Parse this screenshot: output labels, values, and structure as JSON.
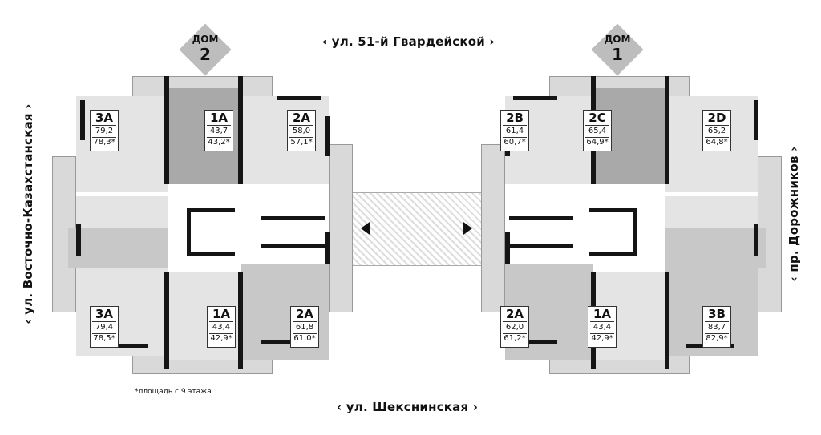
{
  "streets": {
    "top": "‹  ул. 51-й Гвардейской  ›",
    "bottom": "‹  ул. Шекснинская  ›",
    "left": "‹  ул. Восточно-Казахстанская  ›",
    "right": "‹  пр. Дорожников  ›"
  },
  "buildings": [
    {
      "label": "ДОМ",
      "number": "2",
      "apartments": [
        {
          "type": "3А",
          "area": "79,2",
          "area9": "78,3*"
        },
        {
          "type": "1А",
          "area": "43,7",
          "area9": "43,2*"
        },
        {
          "type": "2А",
          "area": "58,0",
          "area9": "57,1*"
        },
        {
          "type": "3А",
          "area": "79,4",
          "area9": "78,5*"
        },
        {
          "type": "1А",
          "area": "43,4",
          "area9": "42,9*"
        },
        {
          "type": "2А",
          "area": "61,8",
          "area9": "61,0*"
        }
      ]
    },
    {
      "label": "ДОМ",
      "number": "1",
      "apartments": [
        {
          "type": "2В",
          "area": "61,4",
          "area9": "60,7*"
        },
        {
          "type": "2С",
          "area": "65,4",
          "area9": "64,9*"
        },
        {
          "type": "2D",
          "area": "65,2",
          "area9": "64,8*"
        },
        {
          "type": "2А",
          "area": "62,0",
          "area9": "61,2*"
        },
        {
          "type": "1А",
          "area": "43,4",
          "area9": "42,9*"
        },
        {
          "type": "3В",
          "area": "83,7",
          "area9": "82,9*"
        }
      ]
    }
  ],
  "note": "*площадь с 9 этажа",
  "colors": {
    "wall": "#151515",
    "light": "#e4e4e4",
    "mid": "#c8c8c8",
    "dark": "#a9a9a9",
    "badge": "#bdbdbd"
  }
}
